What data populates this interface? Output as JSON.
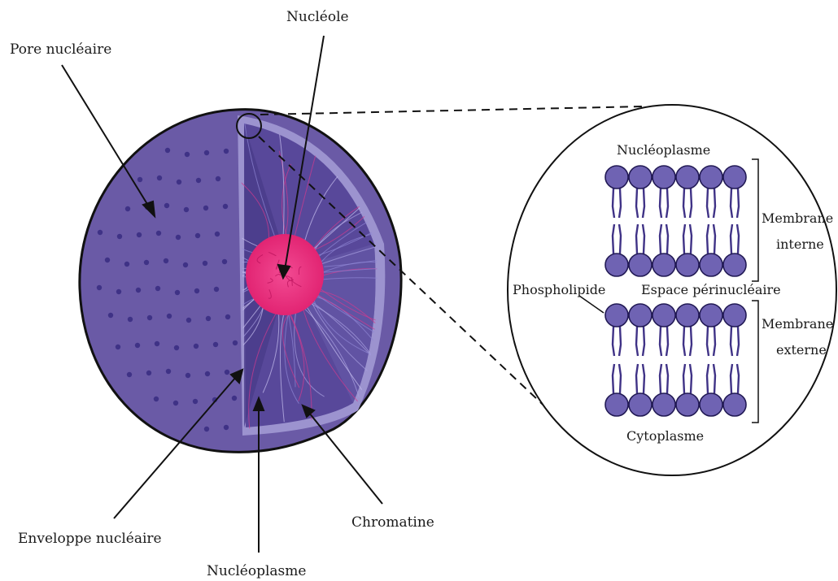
{
  "labels": {
    "pore": "Pore nucléaire",
    "nucleole": "Nucléole",
    "enveloppe": "Enveloppe nucléaire",
    "nucleoplasme_bottom": "Nucléoplasme",
    "chromatine": "Chromatine",
    "inset_top": "Nucléoplasme",
    "membrane_interne_1": "Membrane",
    "membrane_interne_2": "interne",
    "phospholipide": "Phospholipide",
    "espace": "Espace périnucléaire",
    "membrane_externe_1": "Membrane",
    "membrane_externe_2": "externe",
    "cytoplasme": "Cytoplasme"
  },
  "colors": {
    "envelope_outer": "#6a5aa6",
    "pore_dot": "#3f3286",
    "cut_face": "#58489a",
    "cut_rim": "#9c93cf",
    "nucleolus": "#ee2d7f",
    "phospholipid_head": "#6f63b3",
    "outline": "#111111"
  }
}
